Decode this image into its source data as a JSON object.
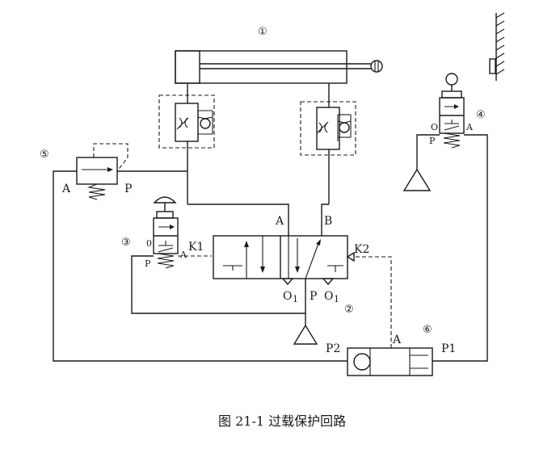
{
  "components": {
    "n1": "①",
    "n2": "②",
    "n3": "③",
    "n4": "④",
    "n5": "⑤",
    "n6": "⑥"
  },
  "ports": {
    "A_main": "A",
    "B_main": "B",
    "K1": "K1",
    "K2": "K2",
    "O1_left": "O",
    "O1_right": "O",
    "O1_sub": "1",
    "P_main": "P",
    "A_valve5": "A",
    "P_valve5": "P",
    "P2": "P2",
    "A_valve6": "A",
    "P1": "P1",
    "O_valve3": "0",
    "A_valve3": "A",
    "P_valve3": "P",
    "O_valve4": "O",
    "A_valve4": "A",
    "P_valve4": "P"
  },
  "caption": "图 21-1 过载保护回路"
}
